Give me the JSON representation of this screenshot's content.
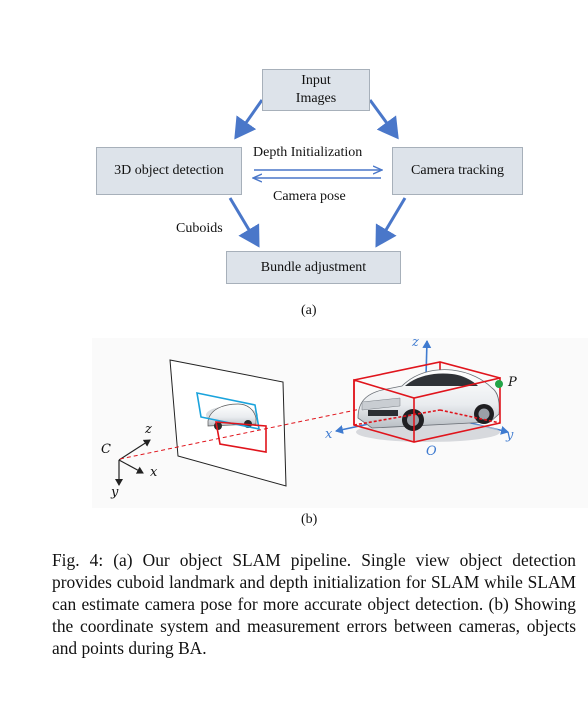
{
  "pipeline": {
    "input_line1": "Input",
    "input_line2": "Images",
    "detection": "3D object detection",
    "tracking": "Camera tracking",
    "bundle": "Bundle adjustment",
    "depth_init": "Depth Initialization",
    "camera_pose": "Camera pose",
    "cuboids": "Cuboids",
    "sub_a": "(a)"
  },
  "geometry": {
    "camera_label": "C",
    "cam_z": "z",
    "cam_x": "x",
    "cam_y": "y",
    "obj_z": "z",
    "obj_x": "x",
    "obj_y": "y",
    "origin": "O",
    "point": "P",
    "sub_b": "(b)",
    "colors": {
      "cuboid": "#e0141c",
      "projection_box": "#1aa3dc",
      "object_axes": "#3f7bd0",
      "point": "#22a447"
    }
  },
  "caption": "Fig. 4: (a) Our object SLAM pipeline. Single view object detection provides cuboid landmark and depth initialization for SLAM while SLAM can estimate camera pose for more accurate object detection. (b) Showing the coordinate system and measurement errors between cameras, objects and points during BA."
}
